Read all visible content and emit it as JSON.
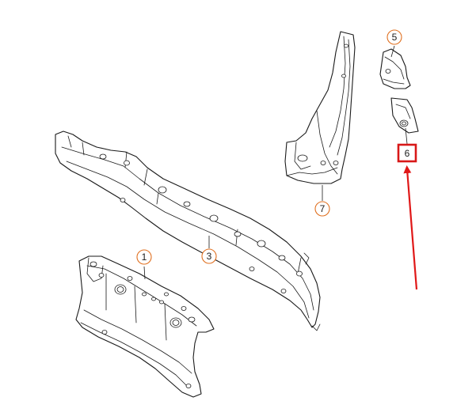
{
  "callouts": [
    {
      "id": "1",
      "label": "1"
    },
    {
      "id": "3",
      "label": "3"
    },
    {
      "id": "5",
      "label": "5"
    },
    {
      "id": "6",
      "label": "6",
      "highlighted": true
    },
    {
      "id": "7",
      "label": "7"
    }
  ],
  "colors": {
    "callout_ring": "#e07020",
    "highlight": "#d81818",
    "arrow": "#e01818",
    "line": "#1a1a1a"
  },
  "icons": {
    "pointer": "red-arrow-icon"
  }
}
